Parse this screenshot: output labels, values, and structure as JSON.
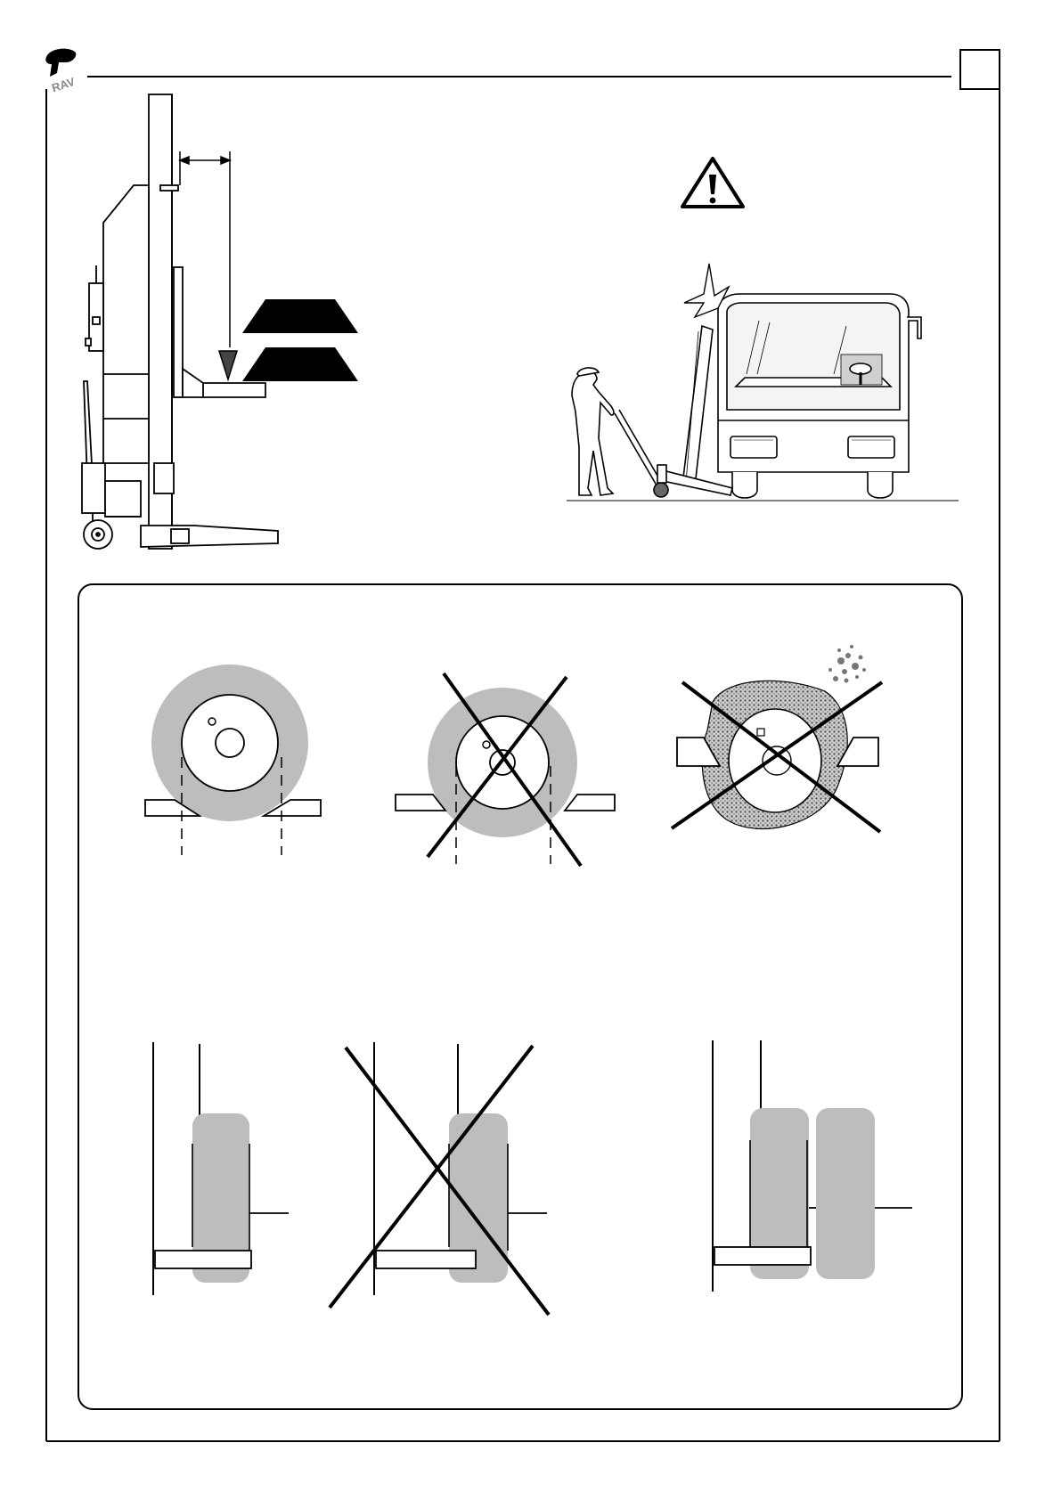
{
  "page": {
    "page_number": "",
    "logo_text": "RAV"
  },
  "colors": {
    "ink": "#000000",
    "tyre_fill": "#bdbdbd",
    "worn_tyre_fill": "#9a9a9a",
    "paper": "#ffffff"
  },
  "figures": {
    "column_lift": {
      "icon": "mobile-column-lift-side-view"
    },
    "warning": {
      "icon": "warning-triangle-icon"
    },
    "bus_scene": {
      "icon": "bus-collision-scene"
    },
    "wheel_correct": {
      "icon": "wheel-correctly-placed"
    },
    "wheel_wrong_small": {
      "icon": "wheel-too-small-crossed"
    },
    "wheel_wrong_damaged": {
      "icon": "damaged-tyre-crossed"
    },
    "side_correct": {
      "icon": "single-wheel-side-correct"
    },
    "side_wrong": {
      "icon": "single-wheel-side-crossed"
    },
    "side_twin": {
      "icon": "twin-wheels-side"
    }
  }
}
